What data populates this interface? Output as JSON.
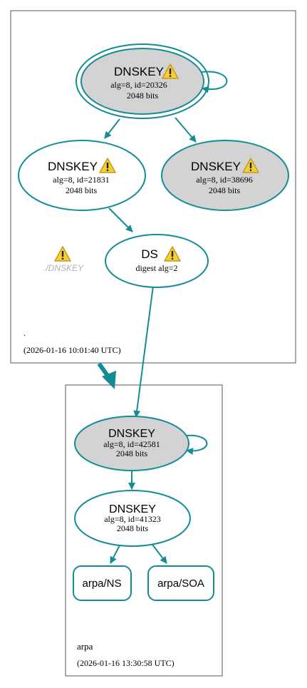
{
  "colors": {
    "edge": "#148c95",
    "node_fill_gray": "#d3d3d3",
    "node_fill_white": "#ffffff",
    "cluster_border": "#555555",
    "warning_fill": "#f4cf3a",
    "warning_stroke": "#c79a1a",
    "faded_text": "#b0b0b0"
  },
  "zones": {
    "root": {
      "name": ".",
      "timestamp": "(2026-01-16 10:01:40 UTC)"
    },
    "arpa": {
      "name": "arpa",
      "timestamp": "(2026-01-16 13:30:58 UTC)"
    }
  },
  "nodes": {
    "root_ksk": {
      "title": "DNSKEY",
      "line1": "alg=8, id=20326",
      "line2": "2048 bits",
      "warning": true
    },
    "root_zsk": {
      "title": "DNSKEY",
      "line1": "alg=8, id=21831",
      "line2": "2048 bits",
      "warning": true
    },
    "root_key3": {
      "title": "DNSKEY",
      "line1": "alg=8, id=38696",
      "line2": "2048 bits",
      "warning": true
    },
    "root_ds": {
      "title": "DS",
      "line1": "digest alg=2",
      "warning": true
    },
    "root_dnskey_warning": {
      "label": "./DNSKEY",
      "warning": true
    },
    "arpa_ksk": {
      "title": "DNSKEY",
      "line1": "alg=8, id=42581",
      "line2": "2048 bits"
    },
    "arpa_zsk": {
      "title": "DNSKEY",
      "line1": "alg=8, id=41323",
      "line2": "2048 bits"
    },
    "arpa_ns": {
      "label": "arpa/NS"
    },
    "arpa_soa": {
      "label": "arpa/SOA"
    }
  },
  "icons": {
    "warning": "warning-triangle-icon",
    "warning_mark": "!"
  }
}
